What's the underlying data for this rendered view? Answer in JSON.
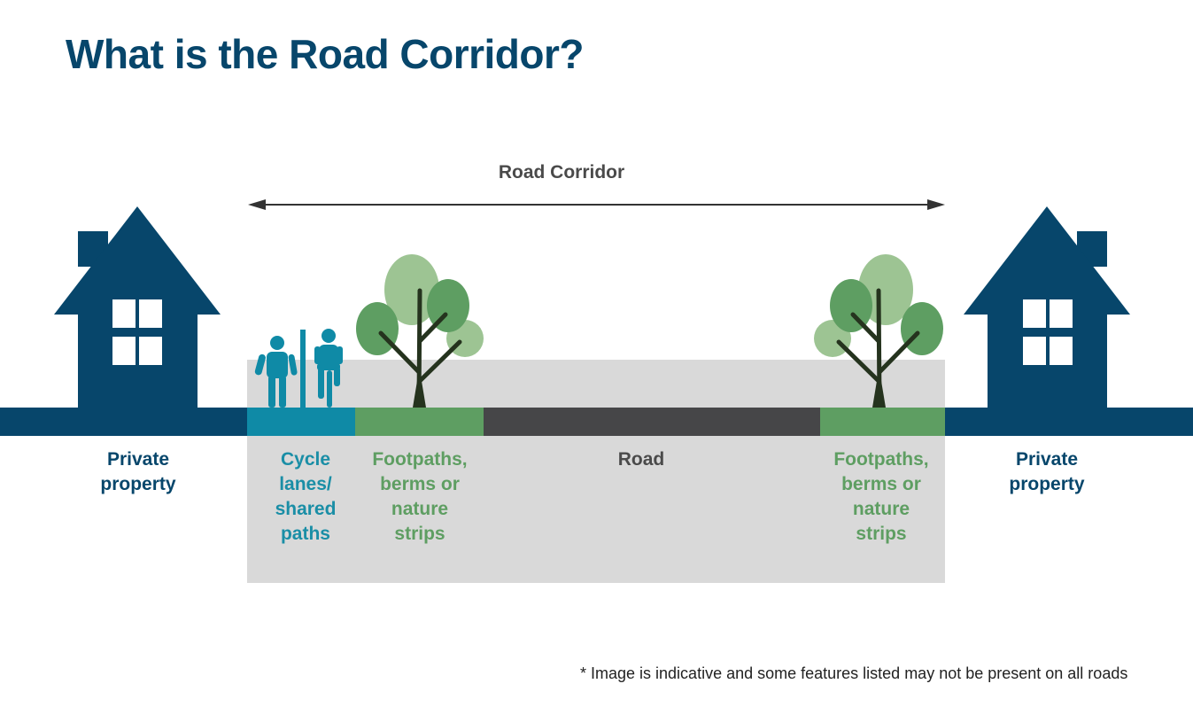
{
  "title": "What is the Road Corridor?",
  "corridor_label": "Road Corridor",
  "zones": {
    "private_left": [
      "Private",
      "property"
    ],
    "cycle": [
      "Cycle",
      "lanes/",
      "shared",
      "paths"
    ],
    "footpaths_left": [
      "Footpaths,",
      "berms or",
      "nature",
      "strips"
    ],
    "road": [
      "Road"
    ],
    "footpaths_right": [
      "Footpaths,",
      "berms or",
      "nature",
      "strips"
    ],
    "private_right": [
      "Private",
      "property"
    ]
  },
  "footnote": "* Image is indicative and some features listed may not be present on all roads",
  "colors": {
    "navy": "#07466b",
    "teal": "#0f8aa6",
    "green": "#5e9e62",
    "road": "#464648",
    "corridor_bg": "#d9d9d9",
    "tree_light": "#9dc493",
    "tree_mid": "#5e9e62",
    "trunk": "#25331e"
  },
  "icons": [
    "house-icon",
    "pedestrian-icon",
    "cyclist-icon",
    "tree-icon",
    "double-arrow-icon"
  ]
}
